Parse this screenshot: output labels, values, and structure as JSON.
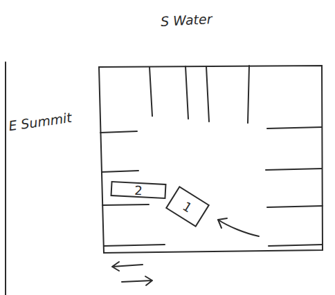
{
  "diagram": {
    "nodes": [
      {
        "text": [
          "2"
        ]
      },
      {
        "text": [
          "1"
        ]
      }
    ],
    "labels": [
      "S Water",
      "E Summit"
    ]
  }
}
